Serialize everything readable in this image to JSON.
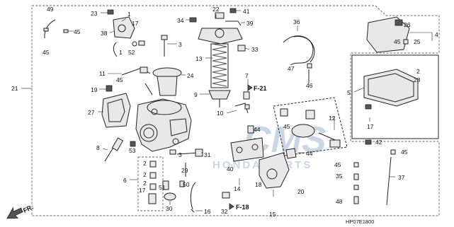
{
  "diagram": {
    "watermark_main": "CMS",
    "watermark_sub": "HONDA PARTS",
    "code": "HP07E1800",
    "references": {
      "f21": "F-21",
      "f18": "F-18",
      "fr": "FR."
    },
    "labels": {
      "l1a": "1",
      "l1b": "1",
      "l2a": "2",
      "l2b": "2",
      "l2c": "2",
      "l2d": "2",
      "l3a": "3",
      "l3b": "3",
      "l4": "4",
      "l5": "5",
      "l6": "6",
      "l7": "7",
      "l8": "8",
      "l9": "9",
      "l10": "10",
      "l11": "11",
      "l12": "12",
      "l13": "13",
      "l14": "14",
      "l15": "15",
      "l16": "16",
      "l17a": "17",
      "l17b": "17",
      "l17c": "17",
      "l18": "18",
      "l19": "19",
      "l20": "20",
      "l21": "21",
      "l22": "22",
      "l23": "23",
      "l24": "24",
      "l25": "25",
      "l26": "26",
      "l27": "27",
      "l28": "28",
      "l29": "29",
      "l30": "30",
      "l31": "31",
      "l32": "32",
      "l33": "33",
      "l34": "34",
      "l35": "35",
      "l36": "36",
      "l37": "37",
      "l38": "38",
      "l39": "39",
      "l40": "40",
      "l41": "41",
      "l42": "42",
      "l44a": "44",
      "l44b": "44",
      "l45a": "45",
      "l45b": "45",
      "l45c": "45",
      "l45d": "45",
      "l45e": "45",
      "l45f": "45",
      "l45g": "45",
      "l46": "46",
      "l47": "47",
      "l48": "48",
      "l49": "49",
      "l50": "50",
      "l51": "51",
      "l52": "52",
      "l53": "53"
    }
  }
}
